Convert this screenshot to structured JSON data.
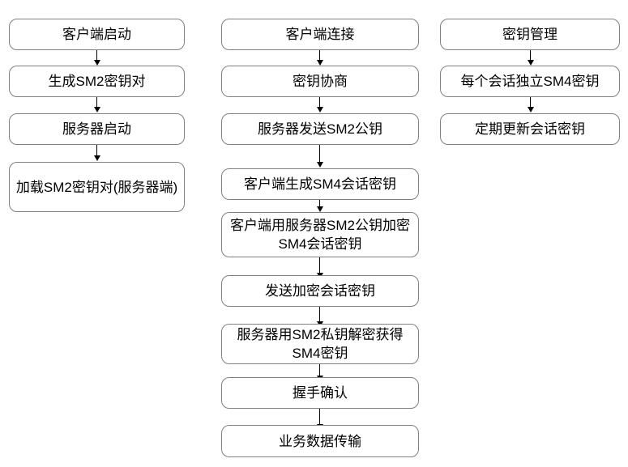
{
  "diagram": {
    "type": "flowchart",
    "background_color": "#ffffff",
    "node_border_color": "#808080",
    "node_fill_color": "#ffffff",
    "arrow_color": "#000000",
    "text_color": "#000000",
    "columns": [
      {
        "name": "startup-column",
        "nodes": [
          {
            "id": "c1n1",
            "label": "客户端启动"
          },
          {
            "id": "c1n2",
            "label": "生成SM2密钥对"
          },
          {
            "id": "c1n3",
            "label": "服务器启动"
          },
          {
            "id": "c1n4",
            "label": "加载SM2密钥对(服务器端)"
          }
        ]
      },
      {
        "name": "connection-column",
        "nodes": [
          {
            "id": "c2n1",
            "label": "客户端连接"
          },
          {
            "id": "c2n2",
            "label": "密钥协商"
          },
          {
            "id": "c2n3",
            "label": "服务器发送SM2公钥"
          },
          {
            "id": "c2n4",
            "label": "客户端生成SM4会话密钥"
          },
          {
            "id": "c2n5",
            "label": "客户端用服务器SM2公钥加密SM4会话密钥"
          },
          {
            "id": "c2n6",
            "label": "发送加密会话密钥"
          },
          {
            "id": "c2n7",
            "label": "服务器用SM2私钥解密获得SM4密钥"
          },
          {
            "id": "c2n8",
            "label": "握手确认"
          },
          {
            "id": "c2n9",
            "label": "业务数据传输"
          }
        ]
      },
      {
        "name": "key-management-column",
        "nodes": [
          {
            "id": "c3n1",
            "label": "密钥管理"
          },
          {
            "id": "c3n2",
            "label": "每个会话独立SM4密钥"
          },
          {
            "id": "c3n3",
            "label": "定期更新会话密钥"
          }
        ]
      }
    ],
    "edges": [
      {
        "from": "c1n1",
        "to": "c1n2"
      },
      {
        "from": "c1n2",
        "to": "c1n3"
      },
      {
        "from": "c1n3",
        "to": "c1n4"
      },
      {
        "from": "c2n1",
        "to": "c2n2"
      },
      {
        "from": "c2n2",
        "to": "c2n3"
      },
      {
        "from": "c2n3",
        "to": "c2n4"
      },
      {
        "from": "c2n4",
        "to": "c2n5"
      },
      {
        "from": "c2n5",
        "to": "c2n6"
      },
      {
        "from": "c2n6",
        "to": "c2n7"
      },
      {
        "from": "c2n7",
        "to": "c2n8"
      },
      {
        "from": "c2n8",
        "to": "c2n9"
      },
      {
        "from": "c3n1",
        "to": "c3n2"
      },
      {
        "from": "c3n2",
        "to": "c3n3"
      }
    ]
  }
}
